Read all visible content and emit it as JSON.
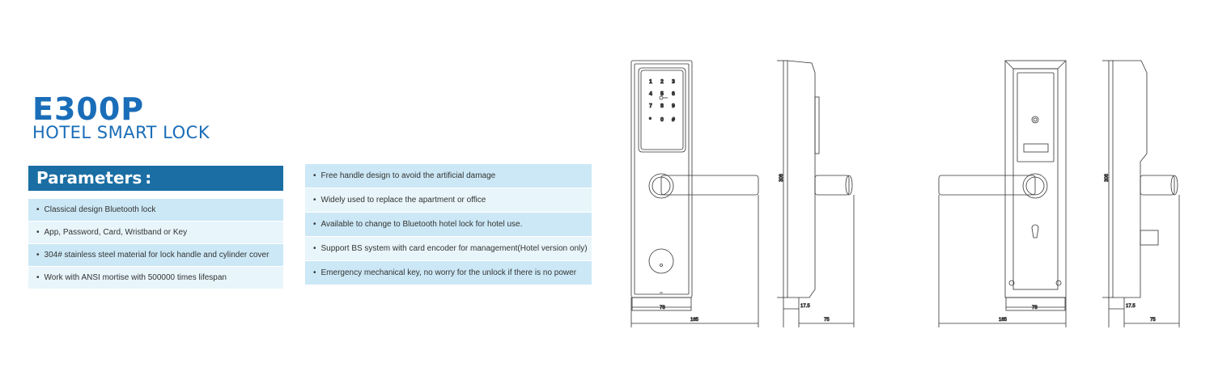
{
  "header": {
    "model": "E300P",
    "subtitle": "HOTEL SMART LOCK"
  },
  "parameters": {
    "title": "Parameters :",
    "items": [
      "Classical design Bluetooth lock",
      "App, Password, Card, Wristband or Key",
      "304# stainless steel material for lock handle and cylinder cover",
      "Work with ANSI mortise with 500000 times lifespan"
    ]
  },
  "features": {
    "items": [
      "Free handle design to avoid the artificial damage",
      "Widely used to replace the apartment or office",
      "Available to change to Bluetooth hotel lock for hotel use.",
      "Support BS system with card encoder for management(Hotel version only)",
      "Emergency mechanical key, no worry for the unlock if there is no power"
    ]
  },
  "keypad": [
    "1",
    "2",
    "3",
    "4",
    "5",
    "6",
    "7",
    "8",
    "9",
    "*",
    "0",
    "#"
  ],
  "dimensions": {
    "height": "306",
    "front_width": "165",
    "plate_width": "78",
    "side_depth": "75",
    "side_thickness": "17.5"
  }
}
